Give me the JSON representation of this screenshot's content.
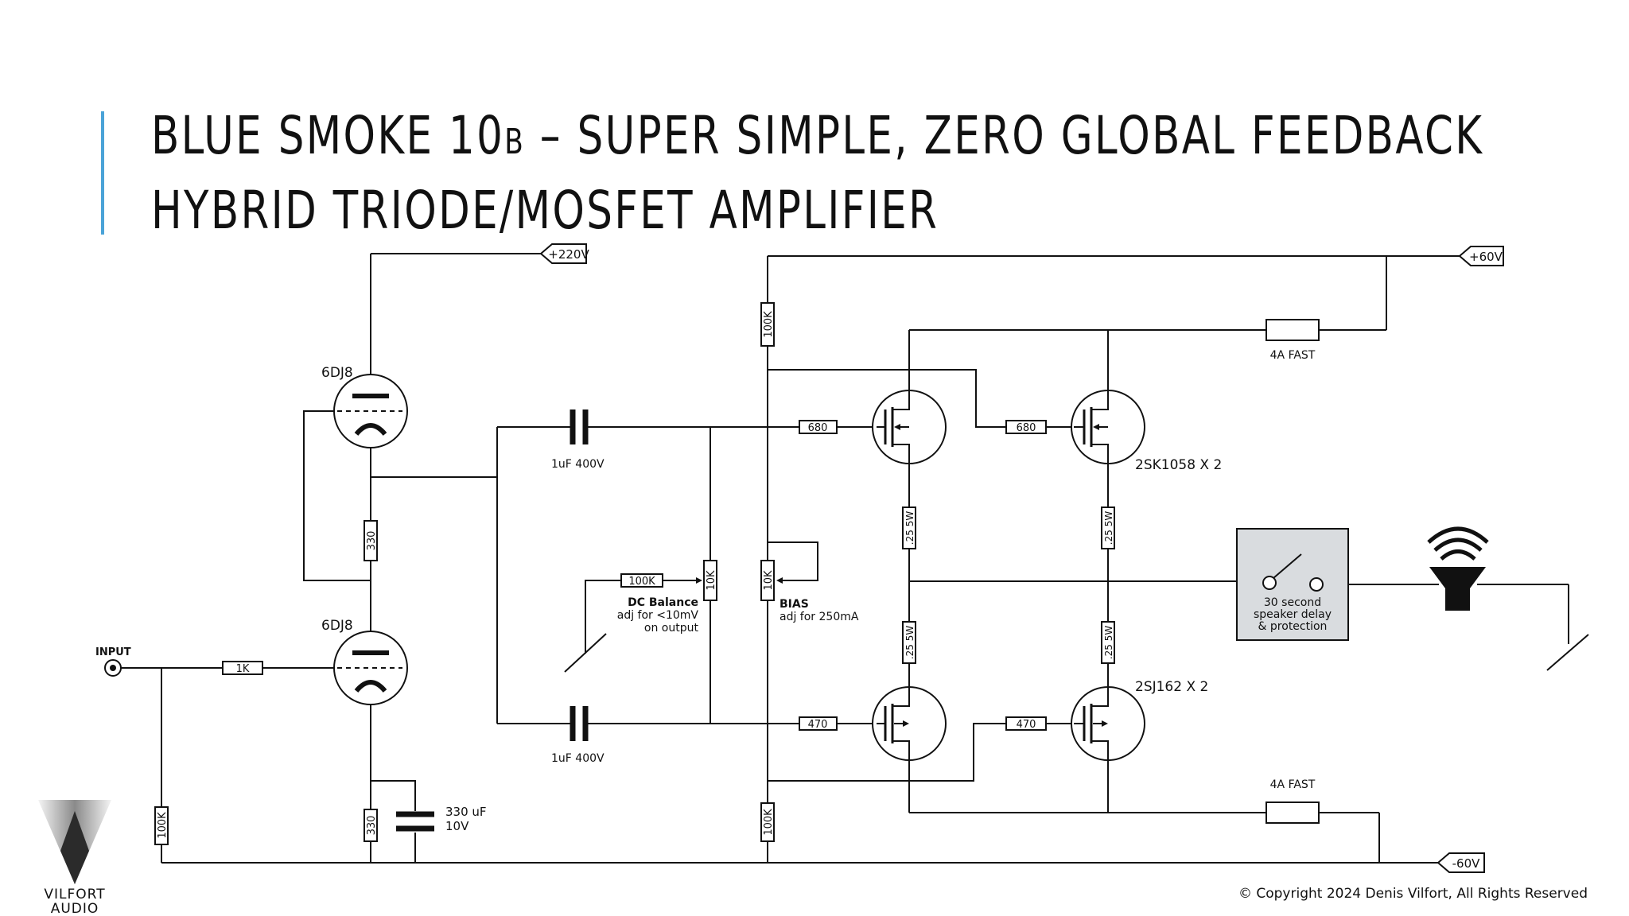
{
  "header": {
    "title_part1": "BLUE SMOKE 10",
    "title_sub": "B",
    "title_part2": " – SUPER SIMPLE, ZERO GLOBAL FEEDBACK",
    "title_line2": "HYBRID TRIODE/MOSFET AMPLIFIER"
  },
  "rails": {
    "plus_hv": "+220V",
    "plus_lv": "+60V",
    "minus_lv": "-60V"
  },
  "tubes": {
    "upper": "6DJ8",
    "lower": "6DJ8"
  },
  "input": {
    "label": "INPUT"
  },
  "resistors": {
    "r_input": "1K",
    "r_grid": "100K",
    "r_plate": "330",
    "r_cathode": "330",
    "r_bias_top": "100K",
    "r_bias_bot": "100K",
    "r_gate1": "680",
    "r_gate2": "680",
    "r_gate3": "470",
    "r_gate4": "470",
    "r_dc": "100K",
    "pot_dc": "10K",
    "pot_bias": "10K",
    "r_src1": ".25 5W",
    "r_src2": ".25 5W",
    "r_src3": ".25 5W",
    "r_src4": ".25 5W"
  },
  "capacitors": {
    "c_top": "1uF 400V",
    "c_bot": "1uF 400V",
    "c_cath_value": "330 uF",
    "c_cath_voltage": "10V"
  },
  "adjustments": {
    "dc_title": "DC Balance",
    "dc_line1": "adj for <10mV",
    "dc_line2": "on output",
    "bias_title": "BIAS",
    "bias_line1": "adj for 250mA"
  },
  "mosfets": {
    "n_label": "2SK1058 X 2",
    "p_label": "2SJ162 X 2"
  },
  "fuses": {
    "top": "4A FAST",
    "bottom": "4A FAST"
  },
  "protection": {
    "line1": "30 second",
    "line2": "speaker delay",
    "line3": "& protection"
  },
  "logo": {
    "line1": "VILFORT",
    "line2": "AUDIO"
  },
  "footer": {
    "copyright": "© Copyright 2024 Denis Vilfort, All Rights Reserved"
  },
  "colors": {
    "accent": "#4aa3d8",
    "protection_box": "#d9dcdf",
    "ink": "#111111"
  }
}
